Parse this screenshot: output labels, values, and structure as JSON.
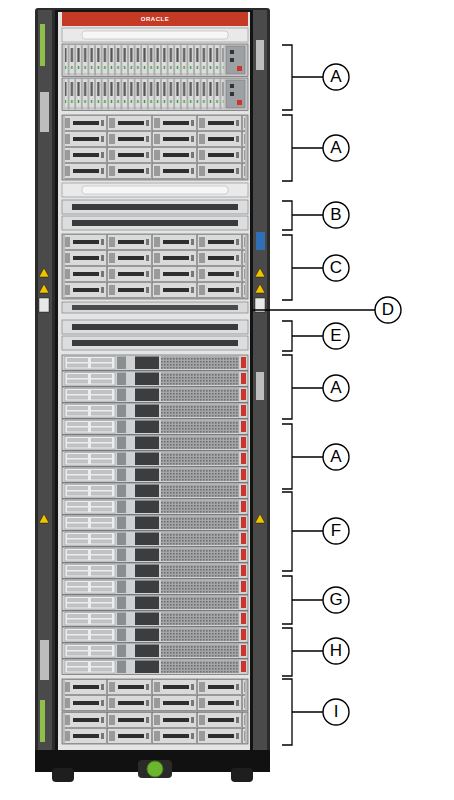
{
  "diagram": {
    "labels": [
      "ORACLE",
      "A",
      "A",
      "B",
      "C",
      "D",
      "E",
      "A",
      "A",
      "F",
      "G",
      "H",
      "I"
    ]
  }
}
